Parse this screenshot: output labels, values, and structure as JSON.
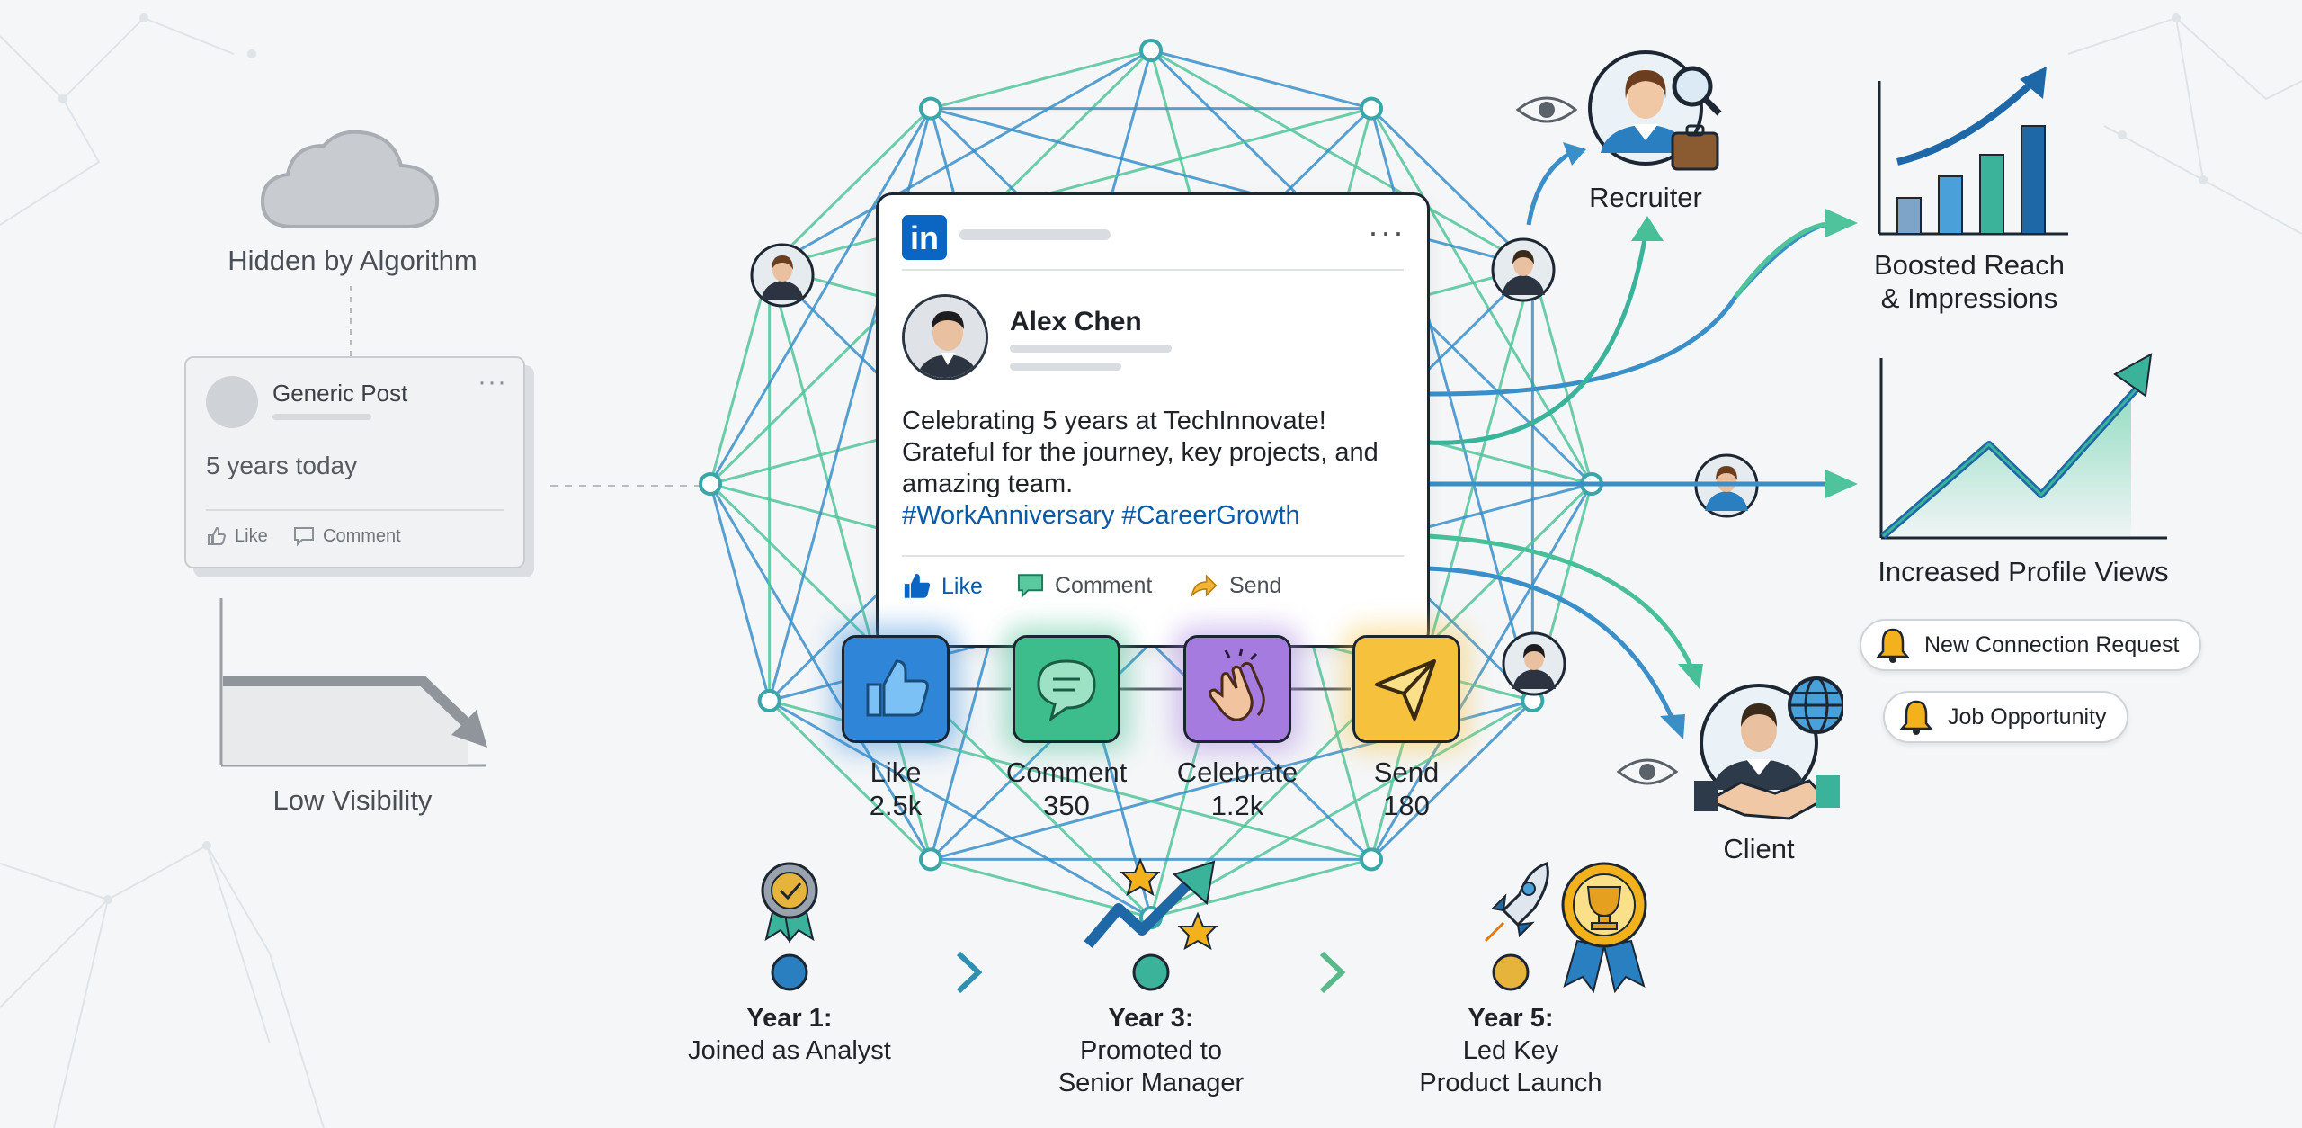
{
  "left": {
    "hidden_label": "Hidden by Algorithm",
    "generic_post": {
      "title": "Generic Post",
      "body": "5 years today",
      "like": "Like",
      "comment": "Comment"
    },
    "low_visibility_label": "Low Visibility"
  },
  "post": {
    "logo": "in",
    "author": "Alex Chen",
    "text": "Celebrating 5 years at TechInnovate! Grateful for the journey, key projects, and amazing team.",
    "hashtags": "#WorkAnniversary #CareerGrowth",
    "actions": {
      "like": "Like",
      "comment": "Comment",
      "send": "Send"
    }
  },
  "reactions": [
    {
      "name": "Like",
      "count": "2.5k",
      "color": "#2f86d9"
    },
    {
      "name": "Comment",
      "count": "350",
      "color": "#3dbd8c"
    },
    {
      "name": "Celebrate",
      "count": "1.2k",
      "color": "#a57be0"
    },
    {
      "name": "Send",
      "count": "180",
      "color": "#f6c23e"
    }
  ],
  "right": {
    "recruiter": "Recruiter",
    "client": "Client",
    "boosted_reach": "Boosted Reach\n& Impressions",
    "profile_views": "Increased Profile Views",
    "notifications": [
      "New Connection Request",
      "Job Opportunity"
    ]
  },
  "timeline": [
    {
      "year": "Year 1:",
      "desc": "Joined as Analyst"
    },
    {
      "year": "Year 3:",
      "desc": "Promoted to\nSenior Manager"
    },
    {
      "year": "Year 5:",
      "desc": "Led Key\nProduct Launch"
    }
  ],
  "colors": {
    "linkedin": "#0a66c2",
    "network_blue": "#3a8fc9",
    "network_green": "#52c49a",
    "bell": "#f3b21c"
  }
}
